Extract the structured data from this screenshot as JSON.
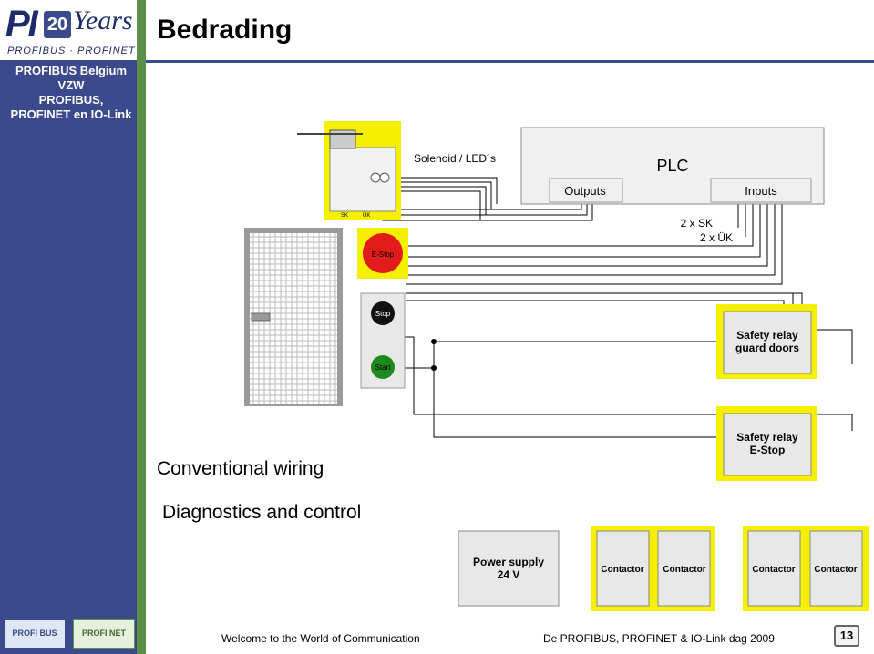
{
  "header": {
    "title": "Bedrading",
    "logo_text": "PI",
    "logo_years_number": "20",
    "logo_years_word": "Years",
    "logo_tagline": "PROFIBUS · PROFINET"
  },
  "sidebar": {
    "org_lines": [
      "PROFIBUS Belgium",
      "VZW",
      "PROFIBUS,",
      "PROFINET en IO-Link"
    ]
  },
  "diagram": {
    "solenoid_label": "Solenoid / LED´s",
    "lock_labels": [
      "SK",
      "ÜK"
    ],
    "plc_title": "PLC",
    "outputs_label": "Outputs",
    "inputs_label": "Inputs",
    "sk_label": "2 x SK",
    "uk_label": "2 x ÜK",
    "estop_label": "E-Stop",
    "stop_label": "Stop",
    "start_label": "Start",
    "safety_relay_guard": [
      "Safety relay",
      "guard doors"
    ],
    "safety_relay_estop": [
      "Safety relay",
      "E-Stop"
    ],
    "conventional_label": "Conventional wiring",
    "diagnostics_label": "Diagnostics and control",
    "power_supply": [
      "Power supply",
      "24 V"
    ],
    "contactors": [
      "Contactor",
      "Contactor",
      "Contactor",
      "Contactor"
    ]
  },
  "footer": {
    "welcome": "Welcome to the World of Communication",
    "event": "De PROFIBUS, PROFINET & IO-Link dag 2009",
    "page_number": "13",
    "logo1": "PROFI BUS",
    "logo2": "PROFI NET"
  },
  "colors": {
    "sidebar": "#3a4a8c",
    "accent_green": "#5c8f4a",
    "yellow": "#f5f000",
    "estop_red": "#e21b1b",
    "start_green": "#1e8a1e"
  }
}
